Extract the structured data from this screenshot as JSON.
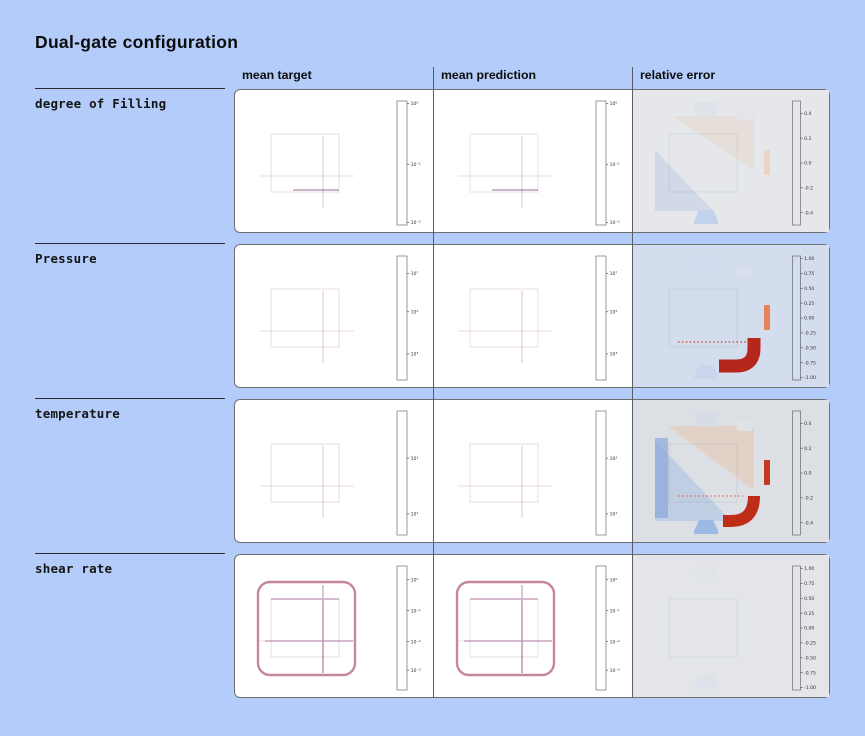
{
  "page": {
    "title": "Dual-gate configuration"
  },
  "chart_data": {
    "type": "heatmap",
    "title": "Dual-gate configuration",
    "layout": "4 quantity rows × 3 plot columns, each subplot shows a dual-gate mold part point cloud with its own colorbar",
    "columns": [
      "mean target",
      "mean prediction",
      "relative error"
    ],
    "rows": [
      {
        "label": "degree of Filling",
        "field": {
          "colormap": "magma",
          "scale": "log",
          "cbar_ticks": [
            {
              "label": "10⁰",
              "pos": 2
            },
            {
              "label": "10⁻¹",
              "pos": 51
            },
            {
              "label": "10⁻²",
              "pos": 98
            }
          ]
        },
        "error": {
          "colormap": "coolwarm",
          "scale": "linear",
          "range": [
            -0.5,
            0.5
          ],
          "cbar_ticks": [
            {
              "label": "0.4",
              "pos": 10
            },
            {
              "label": "0.2",
              "pos": 30
            },
            {
              "label": "0.0",
              "pos": 50
            },
            {
              "label": "-0.2",
              "pos": 70
            },
            {
              "label": "-0.4",
              "pos": 90
            }
          ]
        }
      },
      {
        "label": "Pressure",
        "field": {
          "colormap": "magma",
          "scale": "log",
          "cbar_ticks": [
            {
              "label": "10⁷",
              "pos": 14
            },
            {
              "label": "10⁵",
              "pos": 45
            },
            {
              "label": "10³",
              "pos": 79
            }
          ]
        },
        "error": {
          "colormap": "coolwarm",
          "scale": "linear",
          "range": [
            -1.0,
            1.0
          ],
          "cbar_ticks": [
            {
              "label": "1.00",
              "pos": 2
            },
            {
              "label": "0.75",
              "pos": 14
            },
            {
              "label": "0.50",
              "pos": 26
            },
            {
              "label": "0.25",
              "pos": 38
            },
            {
              "label": "0.00",
              "pos": 50
            },
            {
              "label": "-0.25",
              "pos": 62
            },
            {
              "label": "-0.50",
              "pos": 74
            },
            {
              "label": "-0.75",
              "pos": 86
            },
            {
              "label": "-1.00",
              "pos": 98
            }
          ]
        }
      },
      {
        "label": "temperature",
        "field": {
          "colormap": "magma",
          "scale": "log",
          "cbar_ticks": [
            {
              "label": "10²",
              "pos": 38
            },
            {
              "label": "10¹",
              "pos": 83
            }
          ]
        },
        "error": {
          "colormap": "coolwarm",
          "scale": "linear",
          "range": [
            -0.5,
            0.5
          ],
          "cbar_ticks": [
            {
              "label": "0.4",
              "pos": 10
            },
            {
              "label": "0.2",
              "pos": 30
            },
            {
              "label": "0.0",
              "pos": 50
            },
            {
              "label": "-0.2",
              "pos": 70
            },
            {
              "label": "-0.4",
              "pos": 90
            }
          ]
        }
      },
      {
        "label": "shear rate",
        "field": {
          "colormap": "magma",
          "scale": "log",
          "cbar_ticks": [
            {
              "label": "10⁰",
              "pos": 11
            },
            {
              "label": "10⁻¹",
              "pos": 36
            },
            {
              "label": "10⁻²",
              "pos": 61
            },
            {
              "label": "10⁻³",
              "pos": 84
            }
          ]
        },
        "error": {
          "colormap": "coolwarm",
          "scale": "linear",
          "range": [
            -1.0,
            1.0
          ],
          "cbar_ticks": [
            {
              "label": "1.00",
              "pos": 2
            },
            {
              "label": "0.75",
              "pos": 14
            },
            {
              "label": "0.50",
              "pos": 26
            },
            {
              "label": "0.25",
              "pos": 38
            },
            {
              "label": "0.00",
              "pos": 50
            },
            {
              "label": "-0.25",
              "pos": 62
            },
            {
              "label": "-0.50",
              "pos": 74
            },
            {
              "label": "-0.75",
              "pos": 86
            },
            {
              "label": "-1.00",
              "pos": 98
            }
          ]
        }
      }
    ]
  },
  "palette": {
    "page_bg": "#b3ccfa",
    "card_bg": "#ffffff",
    "card_border": "#6f6f6f",
    "text": "#0c0c0c",
    "divider": "#595e66",
    "magma_top_to_bottom": [
      "#fcfdbf",
      "#fec98d",
      "#fd9a6a",
      "#f1605d",
      "#b73779",
      "#721f81",
      "#2c115f",
      "#06040a"
    ],
    "coolwarm_top_to_bottom": [
      "#b40426",
      "#d85646",
      "#f4997b",
      "#f6c5ae",
      "#dcdcdc",
      "#c2d5f4",
      "#92b4fe",
      "#6181ea",
      "#3b4cc0"
    ]
  }
}
